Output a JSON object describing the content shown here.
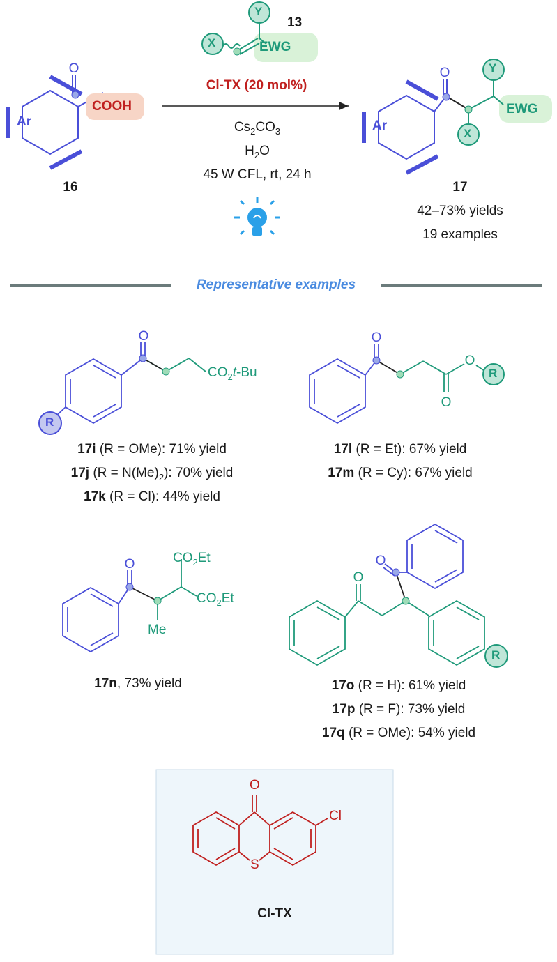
{
  "colors": {
    "blue": "#4a4fd8",
    "teal": "#1f9a7a",
    "red": "#c0201f",
    "accent": "#4a8be0",
    "gray": "#6b7b7b"
  },
  "scheme": {
    "substrate": {
      "id": "16",
      "ar": "Ar",
      "group": "COOH"
    },
    "alkene": {
      "id": "13",
      "x": "X",
      "y": "Y",
      "ewg": "EWG"
    },
    "catalyst_label": "Cl-TX (20 mol%)",
    "conditions": [
      "Cs2CO3",
      "H2O",
      "45 W CFL, rt, 24 h"
    ],
    "product": {
      "id": "17",
      "yields": "42–73% yields",
      "examples": "19 examples",
      "x": "X",
      "y": "Y",
      "ewg": "EWG",
      "ar": "Ar"
    }
  },
  "section_title": "Representative examples",
  "examples": {
    "e1": {
      "r": "R",
      "ester": "CO2t-Bu",
      "lines": [
        [
          "17i",
          " (R = OMe): 71% yield"
        ],
        [
          "17j",
          " (R = N(Me)2): 70% yield"
        ],
        [
          "17k",
          " (R = Cl): 44% yield"
        ]
      ]
    },
    "e2": {
      "o": "O",
      "r": "R",
      "lines": [
        [
          "17l",
          " (R = Et): 67% yield"
        ],
        [
          "17m",
          " (R = Cy): 67% yield"
        ]
      ]
    },
    "e3": {
      "e1": "CO2Et",
      "e2": "CO2Et",
      "me": "Me",
      "lines": [
        [
          "17n",
          ", 73% yield"
        ]
      ]
    },
    "e4": {
      "r": "R",
      "lines": [
        [
          "17o",
          " (R = H): 61% yield"
        ],
        [
          "17p",
          " (R = F): 73% yield"
        ],
        [
          "17q",
          " (R = OMe): 54% yield"
        ]
      ]
    }
  },
  "catalyst": {
    "name": "Cl-TX",
    "o": "O",
    "s": "S",
    "cl": "Cl"
  }
}
